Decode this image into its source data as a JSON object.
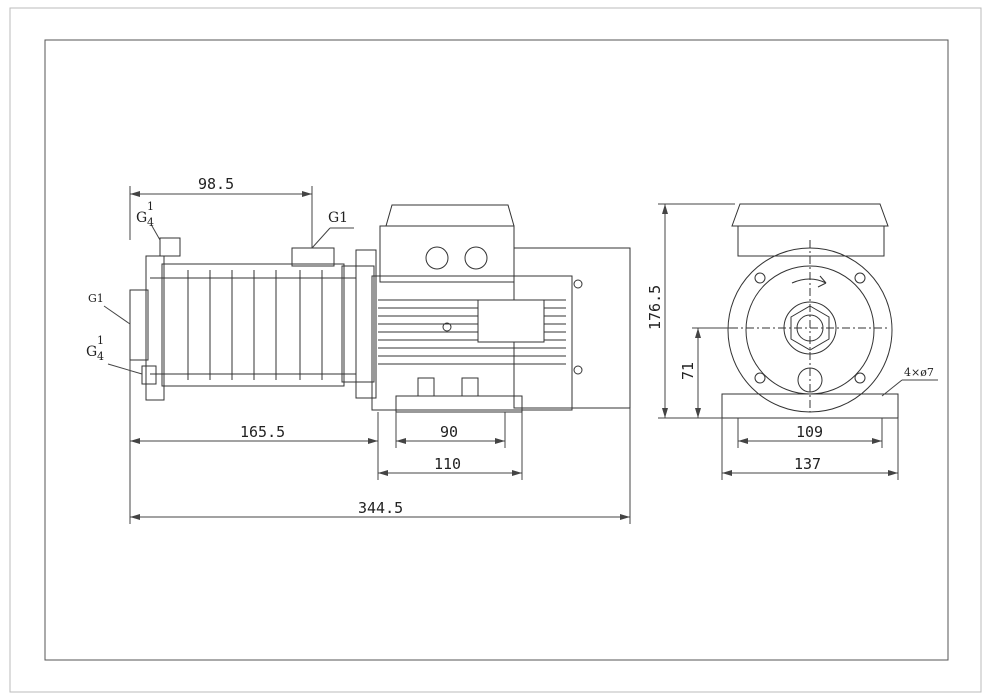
{
  "dimensions": {
    "inlet_offset": "98.5",
    "pump_length": "165.5",
    "foot_inner_width": "90",
    "foot_outer_width": "110",
    "overall_length": "344.5",
    "overall_height": "176.5",
    "shaft_center_height": "71",
    "foot_hole_spacing": "109",
    "foot_width": "137",
    "mounting_holes": "4×ø7"
  },
  "labels": {
    "top_port": "G1",
    "side_port": "G1",
    "vent_top": {
      "base": "G",
      "num": "1",
      "den": "4"
    },
    "vent_bottom": {
      "base": "G",
      "num": "1",
      "den": "4"
    }
  }
}
